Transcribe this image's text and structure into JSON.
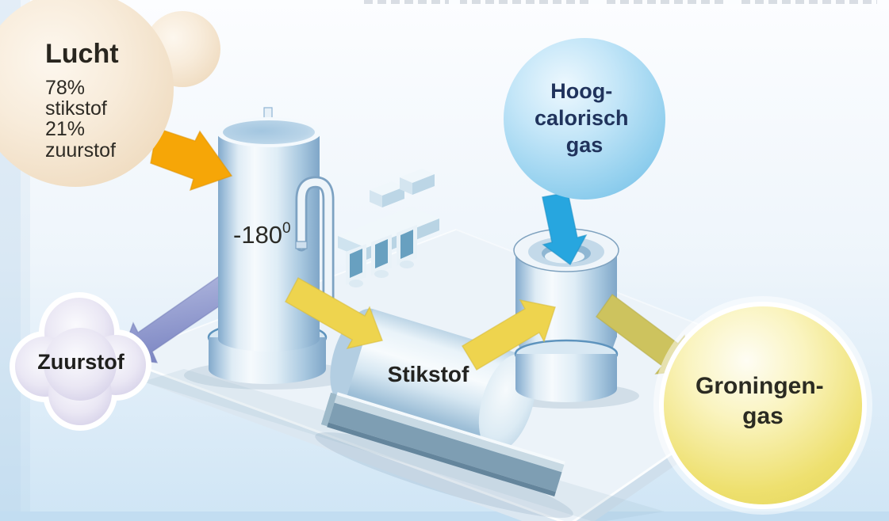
{
  "diagram": {
    "air_bubble": {
      "title": "Lucht",
      "lines": [
        "78%",
        "stikstof",
        "21%",
        "zuurstof"
      ]
    },
    "column": {
      "temperature": "-180",
      "temperature_sup": "0"
    },
    "oxygen_cloud": {
      "label": "Zuurstof"
    },
    "nitrogen_tank": {
      "label": "Stikstof"
    },
    "high_caloric_ball": {
      "lines": [
        "Hoog-",
        "calorisch",
        "gas"
      ]
    },
    "groningen_ball": {
      "lines": [
        "Groningen-",
        "gas"
      ]
    },
    "colors": {
      "air_feed_arrow": "#f6a607",
      "oxygen_arrow": "#8b94cb",
      "nitrogen_arrow": "#eed44e",
      "output_arrow": "#cdc35e",
      "high_caloric_arrow": "#27a6df"
    }
  }
}
